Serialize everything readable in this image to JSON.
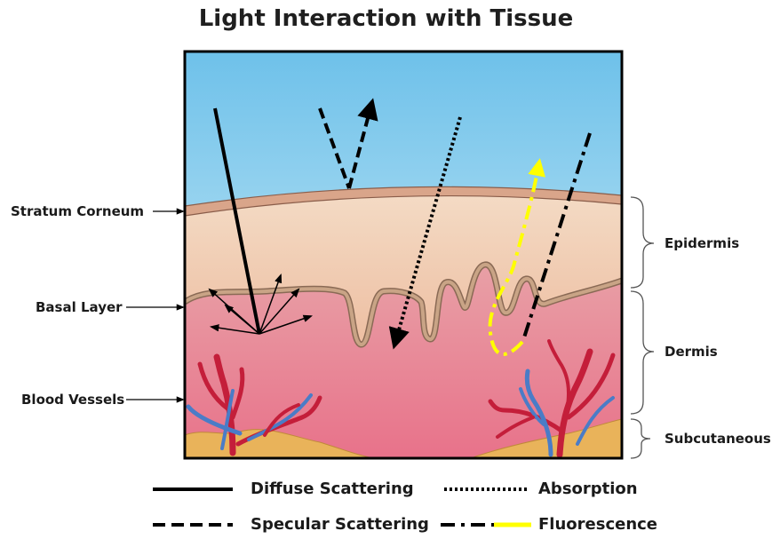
{
  "title": "Light Interaction with Tissue",
  "left_labels": {
    "stratum_corneum": "Stratum Corneum",
    "basal_layer": "Basal Layer",
    "blood_vessels": "Blood Vessels"
  },
  "right_labels": {
    "epidermis": "Epidermis",
    "dermis": "Dermis",
    "subcutaneous": "Subcutaneous"
  },
  "legend": {
    "diffuse_scattering": "Diffuse Scattering",
    "absorption": "Absorption",
    "specular_scattering": "Specular Scattering",
    "fluorescence": "Fluorescence"
  },
  "colors": {
    "sky_top": "#6ec1ea",
    "sky_bottom": "#d8f0f7",
    "stratum": "#d9a58a",
    "epidermis_top": "#f4dcc6",
    "epidermis_bottom": "#e9a988",
    "dermis_top": "#e8a0a6",
    "dermis_bottom": "#e8728a",
    "basal_layer": "#b99679",
    "subcutaneous": "#e9b35a",
    "artery": "#c41e3a",
    "vein": "#4a7cc7",
    "fluorescence": "#ffff00"
  }
}
